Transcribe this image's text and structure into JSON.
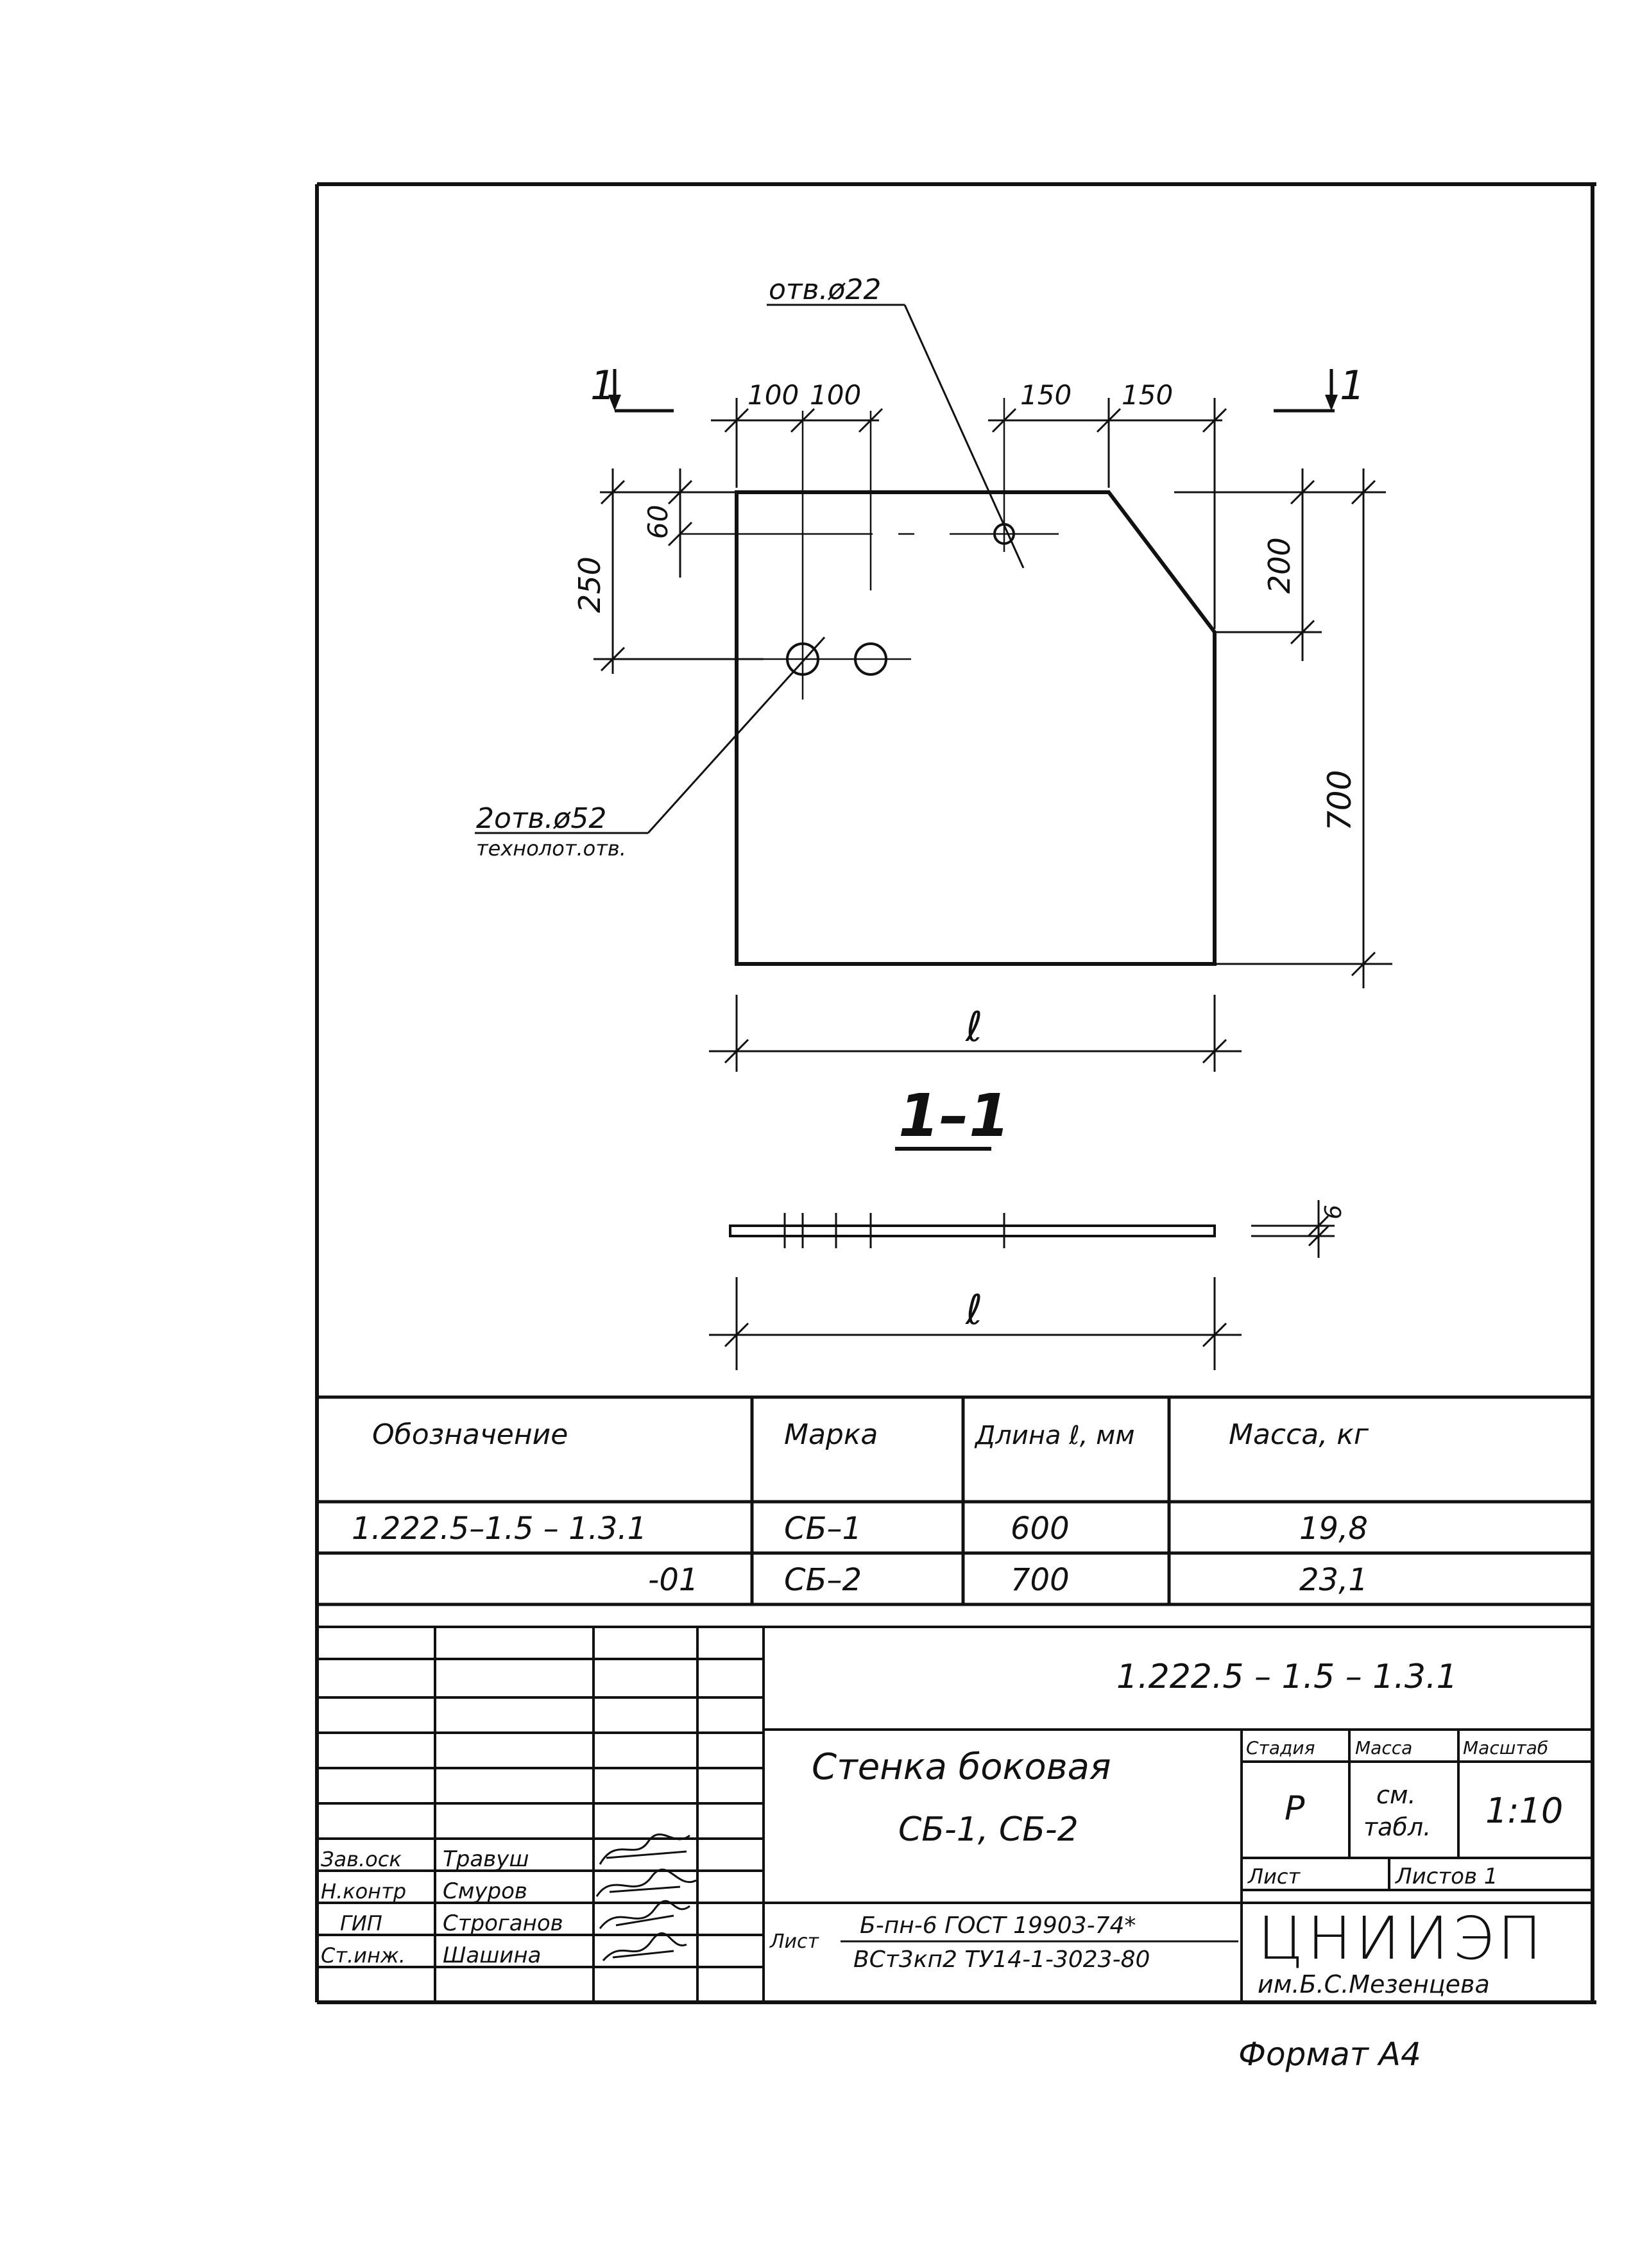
{
  "drawing": {
    "hole_small_label": "отв.ø22",
    "holes_large_label": "2отв.ø52",
    "holes_large_note": "технолот.отв.",
    "dim_100_a": "100",
    "dim_100_b": "100",
    "dim_150_a": "150",
    "dim_150_b": "150",
    "dim_60": "60",
    "dim_250": "250",
    "dim_200": "200",
    "dim_700": "700",
    "dim_length": "ℓ",
    "section_mark_left": "1",
    "section_mark_right": "1",
    "section_title": "1–1",
    "dim_thickness": "6",
    "section_length": "ℓ"
  },
  "spec_table": {
    "headers": [
      "Обозначение",
      "Марка",
      "Длина ℓ, мм",
      "Масса, кг"
    ],
    "rows": [
      [
        "1.222.5–1.5 – 1.3.1",
        "СБ–1",
        "600",
        "19,8"
      ],
      [
        "-01",
        "СБ–2",
        "700",
        "23,1"
      ]
    ]
  },
  "title_block": {
    "doc_code": "1.222.5 – 1.5 – 1.3.1",
    "title_line1": "Стенка боковая",
    "title_line2": "СБ-1, СБ-2",
    "stage_label": "Стадия",
    "mass_label": "Масса",
    "scale_label": "Масштаб",
    "stage_value": "Р",
    "mass_value_1": "см.",
    "mass_value_2": "табл.",
    "scale_value": "1:10",
    "sheet_label": "Лист",
    "sheets_label": "Листов 1",
    "material_prefix": "Лист",
    "material_top": "Б-пн-6 ГОСТ 19903-74*",
    "material_bottom": "ВСт3кп2  ТУ14-1-3023-80",
    "org_name": "ЦНИИЭП",
    "org_sub": "им.Б.С.Мезенцева",
    "signatures": [
      {
        "role": "Зав.оск",
        "name": "Травуш"
      },
      {
        "role": "Н.контр",
        "name": "Смуров"
      },
      {
        "role": "ГИП",
        "name": "Строганов"
      },
      {
        "role": "Ст.инж.",
        "name": "Шашина"
      }
    ]
  },
  "format_label": "Формат А4"
}
